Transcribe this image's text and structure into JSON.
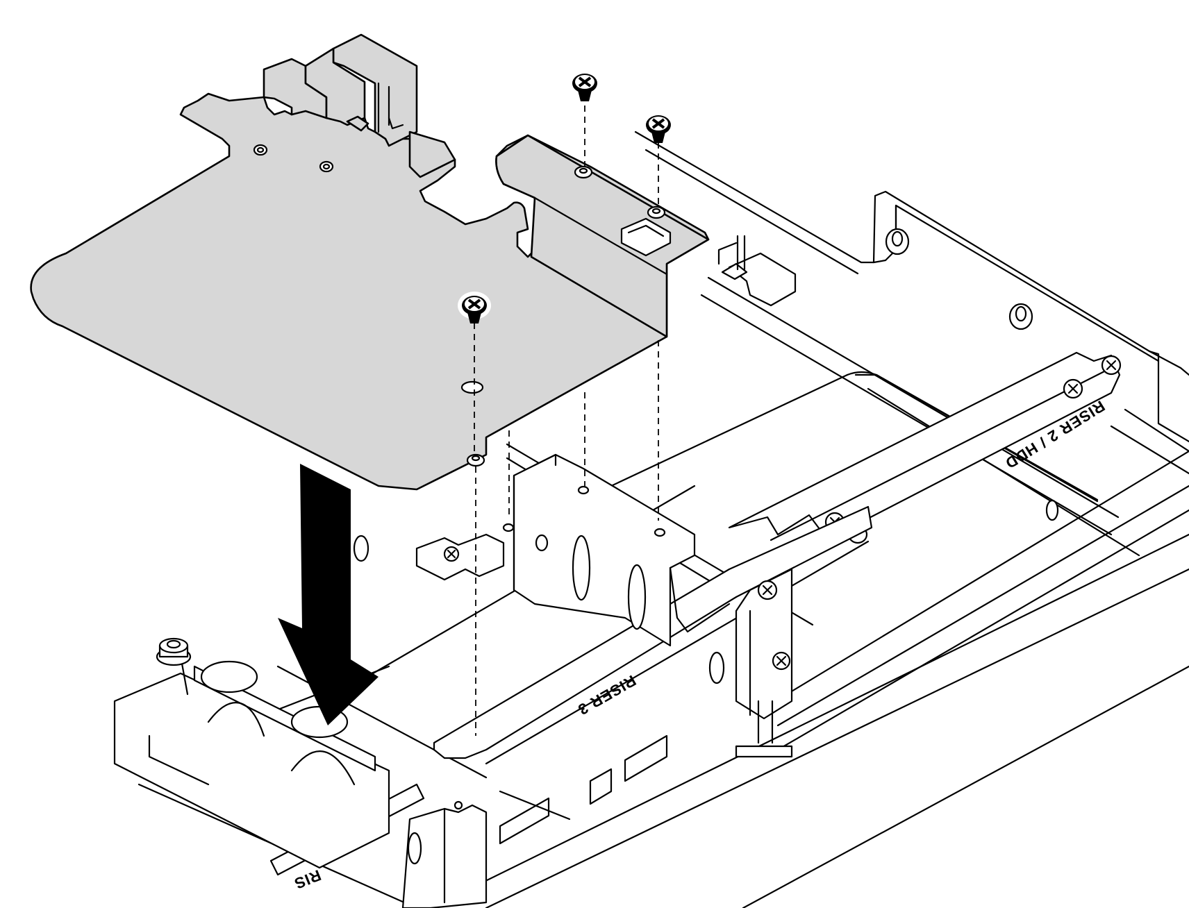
{
  "labels": {
    "riser_2_hdd": "RISER 2 / HDD",
    "riser_3": "RISER 3",
    "riser_partial": "RIS"
  },
  "icons": {
    "screws": [
      "screw-icon",
      "screw-icon",
      "screw-icon"
    ],
    "arrow": "down-arrow-icon"
  },
  "colors": {
    "plate_fill": "#d7d7d7",
    "line": "#000000",
    "background": "#ffffff"
  }
}
